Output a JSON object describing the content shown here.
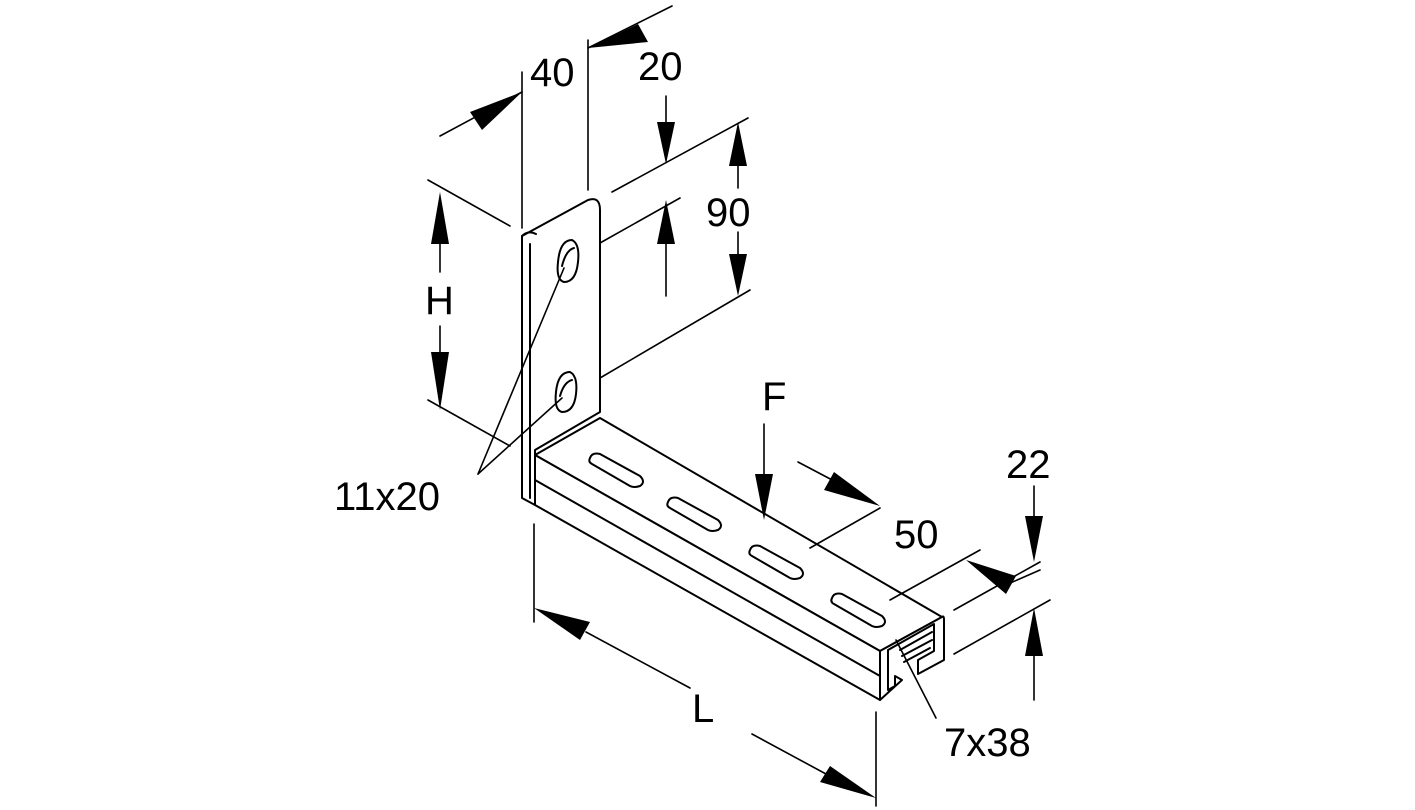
{
  "labels": {
    "w40": "40",
    "w20": "20",
    "h90": "90",
    "H": "H",
    "hole_top": "11x20",
    "F": "F",
    "d22": "22",
    "d50": "50",
    "L": "L",
    "slot": "7x38"
  }
}
